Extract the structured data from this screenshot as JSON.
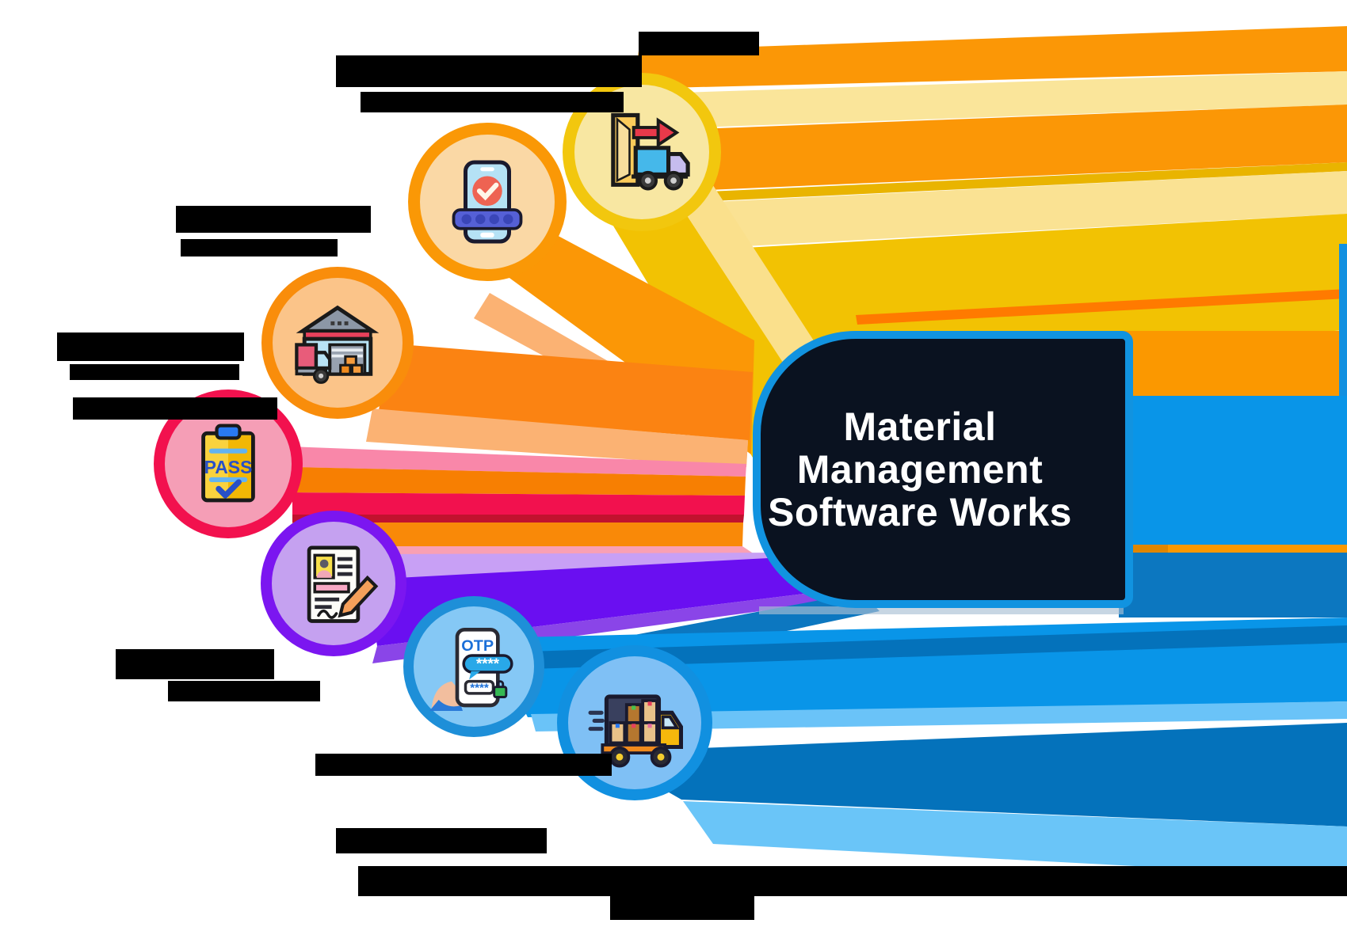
{
  "center": {
    "title_lines": [
      "Material",
      "Management",
      "Software Works"
    ],
    "background": "#0A1220",
    "border_color": "#1193E0"
  },
  "icon_texts": {
    "pass": "PASS",
    "otp": "OTP",
    "otp_bubble_mask": "****",
    "otp_field_mask": "****"
  },
  "nodes": [
    {
      "name": "material-gate-out",
      "label": "",
      "label_redacted": true,
      "ring_color": "#F2C70E",
      "fill_color": "#F8E7A2",
      "icon": "truck-exit-door-icon"
    },
    {
      "name": "mobile-approval",
      "label": "",
      "label_redacted": true,
      "ring_color": "#FA9806",
      "fill_color": "#FAD8A5",
      "icon": "phone-approval-icon"
    },
    {
      "name": "warehouse-unloading",
      "label": "",
      "label_redacted": true,
      "ring_color": "#F98D0B",
      "fill_color": "#FBC489",
      "icon": "warehouse-truck-icon"
    },
    {
      "name": "gate-pass",
      "label": "",
      "label_redacted": true,
      "ring_color": "#F2114E",
      "fill_color": "#F59EB6",
      "icon": "gate-pass-clipboard-icon"
    },
    {
      "name": "document-signature",
      "label": "",
      "label_redacted": true,
      "ring_color": "#7B16F0",
      "fill_color": "#C5A1F0",
      "icon": "document-signature-icon"
    },
    {
      "name": "otp-verification",
      "label": "",
      "label_redacted": true,
      "ring_color": "#1E8FD8",
      "fill_color": "#85C8F5",
      "icon": "otp-phone-icon"
    },
    {
      "name": "material-delivery",
      "label": "",
      "label_redacted": true,
      "ring_color": "#1190E0",
      "fill_color": "#7FC0F5",
      "icon": "delivery-truck-icon"
    }
  ],
  "palette": {
    "orange": "#FB9706",
    "pale_yellow": "#FAE59A",
    "golden": "#F2C203",
    "peach": "#FBB273",
    "deep_orange": "#F77F02",
    "crimson": "#F2114E",
    "pink": "#F987A9",
    "violet": "#6A0FF1",
    "blue_bright": "#0995E8",
    "blue_dark": "#0472BB",
    "blue_light": "#6AC3F8"
  }
}
